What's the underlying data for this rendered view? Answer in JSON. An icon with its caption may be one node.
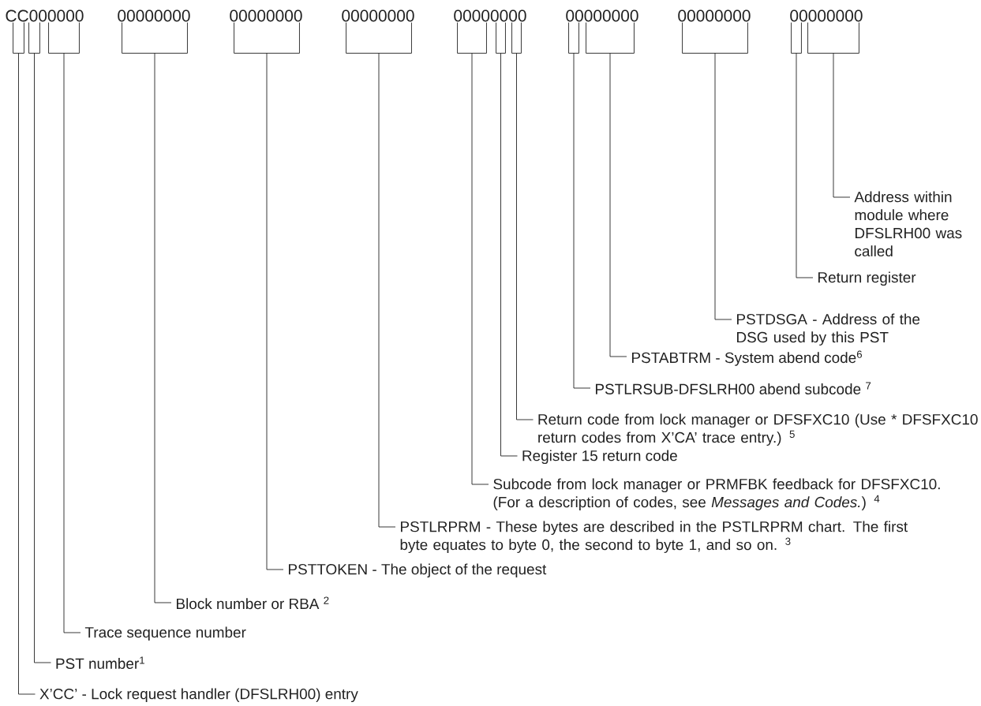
{
  "diagram": {
    "nodes": [
      {
        "text": [
          "CC000000"
        ]
      },
      {
        "text": [
          "00000000"
        ]
      },
      {
        "text": [
          "00000000"
        ]
      },
      {
        "text": [
          "00000000"
        ]
      },
      {
        "text": [
          "00000000"
        ]
      },
      {
        "text": [
          "00000000"
        ]
      },
      {
        "text": [
          "00000000"
        ]
      },
      {
        "text": [
          "00000000"
        ]
      },
      {
        "text": [],
        "shape": "bracket"
      },
      {
        "text": [],
        "shape": "bracket"
      },
      {
        "text": [],
        "shape": "bracket"
      },
      {
        "text": [],
        "shape": "bracket"
      },
      {
        "text": [],
        "shape": "bracket"
      },
      {
        "text": [],
        "shape": "bracket"
      },
      {
        "text": [],
        "shape": "bracket"
      },
      {
        "text": [],
        "shape": "bracket"
      },
      {
        "text": [],
        "shape": "bracket"
      },
      {
        "text": [],
        "shape": "bracket"
      },
      {
        "text": [],
        "shape": "bracket"
      },
      {
        "text": [],
        "shape": "bracket"
      },
      {
        "text": [],
        "shape": "bracket"
      },
      {
        "text": [],
        "shape": "bracket"
      },
      {
        "text": [
          "Address within module where DFSLRH00 was called"
        ]
      },
      {
        "text": [
          "Return register"
        ]
      },
      {
        "text": [
          "PSTDSGA - Address of the DSG used by this PST"
        ]
      },
      {
        "text": [
          "PSTABTRM - System abend code$^{6}$"
        ]
      },
      {
        "text": [
          "PSTLRSUB-DFSLRH00 abend subcode $^{7}$"
        ]
      },
      {
        "text": [
          "Return code from lock manager or DFSFXC10 (Use * DFSFXC10 return codes from X’CA’ trace entry.) $^{5}$"
        ]
      },
      {
        "text": [
          "Register 15 return code"
        ]
      },
      {
        "text": [
          "Subcode from lock manager or PRMFBK feedback for DFSFXC10. (For a description of codes, see *Messages and Codes.*) $^{4}$"
        ]
      },
      {
        "text": [
          "PSTLRPRM - These bytes are described in the PSTLRPRM chart. The first byte equates to byte 0, the second to byte 1, and so on. $^{3}$"
        ]
      },
      {
        "text": [
          "PSTTOKEN - The object of the request"
        ]
      },
      {
        "text": [
          "Block number or RBA $^{2}$"
        ]
      },
      {
        "text": [
          "Trace sequence number"
        ]
      },
      {
        "text": [
          "PST number$^{1}$"
        ]
      },
      {
        "text": [
          "X’CC’ -  Lock request handler (DFSLRH00) entry"
        ]
      }
    ],
    "edges": [
      {
        "from": 22,
        "to": 21,
        "arrow": "none"
      },
      {
        "from": 23,
        "to": 20,
        "arrow": "none"
      },
      {
        "from": 24,
        "to": 19,
        "arrow": "none"
      },
      {
        "from": 25,
        "to": 18,
        "arrow": "none"
      },
      {
        "from": 26,
        "to": 17,
        "arrow": "none"
      },
      {
        "from": 27,
        "to": 16,
        "arrow": "none"
      },
      {
        "from": 28,
        "to": 15,
        "arrow": "none"
      },
      {
        "from": 29,
        "to": 14,
        "arrow": "none"
      },
      {
        "from": 30,
        "to": 13,
        "arrow": "none"
      },
      {
        "from": 31,
        "to": 12,
        "arrow": "none"
      },
      {
        "from": 32,
        "to": 11,
        "arrow": "none"
      },
      {
        "from": 33,
        "to": 10,
        "arrow": "none"
      },
      {
        "from": 34,
        "to": 9,
        "arrow": "none"
      },
      {
        "from": 35,
        "to": 8,
        "arrow": "none"
      }
    ]
  }
}
